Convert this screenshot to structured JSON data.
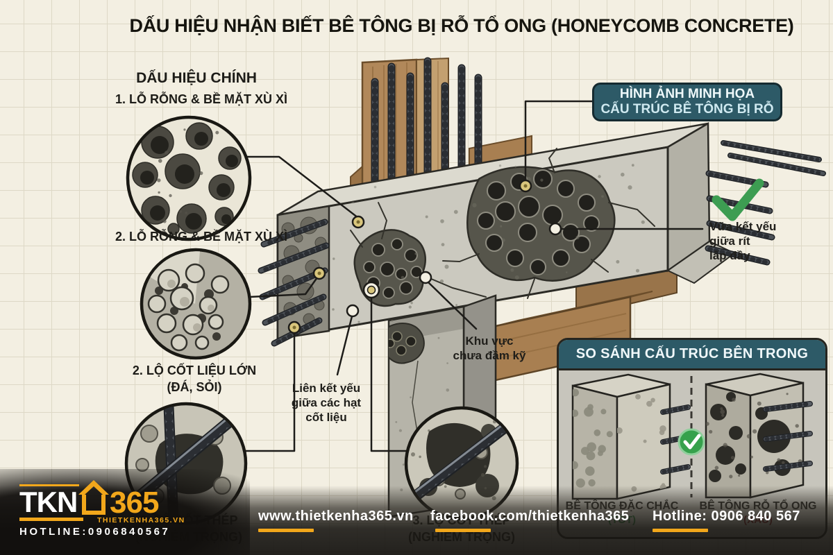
{
  "title": "DẤU HIỆU NHẬN BIẾT BÊ TÔNG BỊ RỖ TỔ ONG (HONEYCOMB CONCRETE)",
  "signs": {
    "heading": "DẤU HIỆU CHÍNH",
    "item1": "1. LỖ RỖNG & BỀ MẶT XÙ XÌ",
    "item2": "2. LỖ RỖNG & BỀ MẶT XÙ XÌ",
    "item3": [
      "2. LỘ CỐT LIỆU LỚN",
      "(ĐÁ, SỎI)"
    ],
    "item4": [
      "3. LỘ CỐT THÉP",
      "(NGHIÊM TRỌNG)"
    ]
  },
  "badge": {
    "line1": "HÌNH ẢNH MINH HỌA",
    "line2": "CẤU TRÚC BÊ TÔNG BỊ RỖ"
  },
  "annotations": {
    "mortar": [
      "Vữa kết yếu",
      "giữa rít",
      "lấp đầy"
    ],
    "compact": [
      "Khu vực",
      "chưa đầm kỹ"
    ],
    "bond": [
      "Liên kết yếu",
      "giữa các hạt",
      "cốt liệu"
    ]
  },
  "comparison": {
    "header": "SO SÁNH CẤU TRÚC BÊN TRONG",
    "good_label": "BÊ TÔNG ĐẶC CHẮC",
    "good_tag": "(TỐT)",
    "bad_label": "BÊ TÔNG RỖ TỔ ONG",
    "bad_tag": "(XẤU)"
  },
  "footer": {
    "website": "www.thietkenha365.vn",
    "facebook": "facebook.com/thietkenha365",
    "hotline": "Hotline: 0906 840 567"
  },
  "logo": {
    "name": "TKN",
    "number": "365",
    "site": "THIETKENHA365.VN",
    "hotline": "HOTLINE:0906840567"
  },
  "colors": {
    "paper": "#f3efe2",
    "teal": "#2d5a67",
    "orange": "#f2a71b",
    "check_green": "#36a14c",
    "good_green": "#2f7d3c",
    "bad_red": "#7c1f1f",
    "ink": "#1d1c18"
  }
}
